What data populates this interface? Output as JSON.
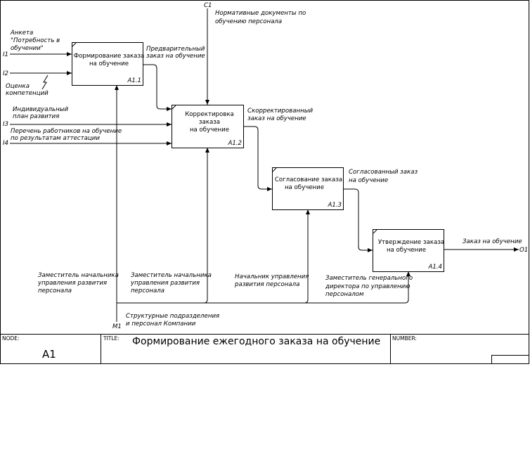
{
  "activities": [
    {
      "title_lines": [
        "Формирование заказа",
        "на обучение"
      ],
      "code": "A1.1"
    },
    {
      "title_lines": [
        "Корректировка",
        "заказа",
        "на обучение"
      ],
      "code": "A1.2"
    },
    {
      "title_lines": [
        "Согласование заказа",
        "на обучение"
      ],
      "code": "A1.3"
    },
    {
      "title_lines": [
        "Утверждение заказа",
        "на обучение"
      ],
      "code": "A1.4"
    }
  ],
  "tunnel_codes": {
    "i1": "I1",
    "i2": "I2",
    "i3": "I3",
    "i4": "I4",
    "c1": "C1",
    "m1": "M1",
    "o1": "O1"
  },
  "inputs": {
    "i1": [
      "Анкета",
      "\"Потребность в",
      "обучении\""
    ],
    "i2": [
      "Оценка",
      "компетенций"
    ],
    "i3": [
      "Индивидуальный",
      "план развития"
    ],
    "i4": [
      "Перечень работников на обучение",
      "по результатам аттестации"
    ]
  },
  "control": [
    "Нормативные документы по",
    "обучению персонала"
  ],
  "output": [
    "Заказ на обучение"
  ],
  "flows": {
    "prelim": [
      "Предварительный",
      "заказ на обучение"
    ],
    "corrected": [
      "Скорректированный",
      "заказ на обучение"
    ],
    "agreed": [
      "Согласованный заказ",
      "на обучение"
    ]
  },
  "mechanisms": {
    "m1": [
      "Заместитель начальника",
      "управления развития",
      "персонала"
    ],
    "m2": [
      "Заместитель начальника",
      "управления развития",
      "персонала"
    ],
    "m3": [
      "Начальник управления",
      "развития персонала"
    ],
    "m4": [
      "Заместитель генерального",
      "директора по управлению",
      "персоналом"
    ],
    "main": [
      "Структурные подразделения",
      "и персонал Компании"
    ]
  },
  "footer": {
    "node_label": "NODE:",
    "node_value": "A1",
    "title_label": "TITLE:",
    "title_value": "Формирование ежегодного заказа на обучение",
    "number_label": "NUMBER:"
  }
}
